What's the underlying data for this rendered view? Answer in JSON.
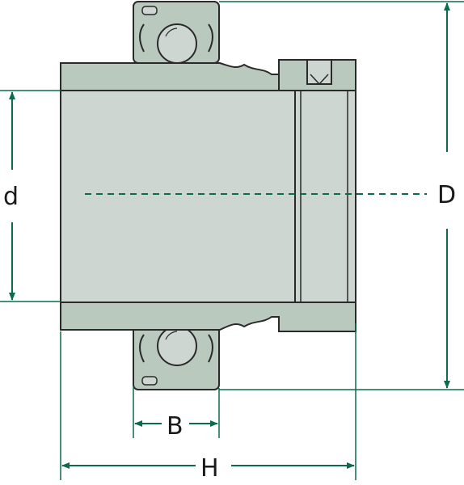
{
  "labels": {
    "d": "d",
    "D": "D",
    "B": "B",
    "H": "H"
  },
  "colors": {
    "outline": "#2a2a2a",
    "part_fill": "#b9c9bd",
    "inner_fill": "#cdd6d0",
    "dimension": "#0b6b4a"
  }
}
